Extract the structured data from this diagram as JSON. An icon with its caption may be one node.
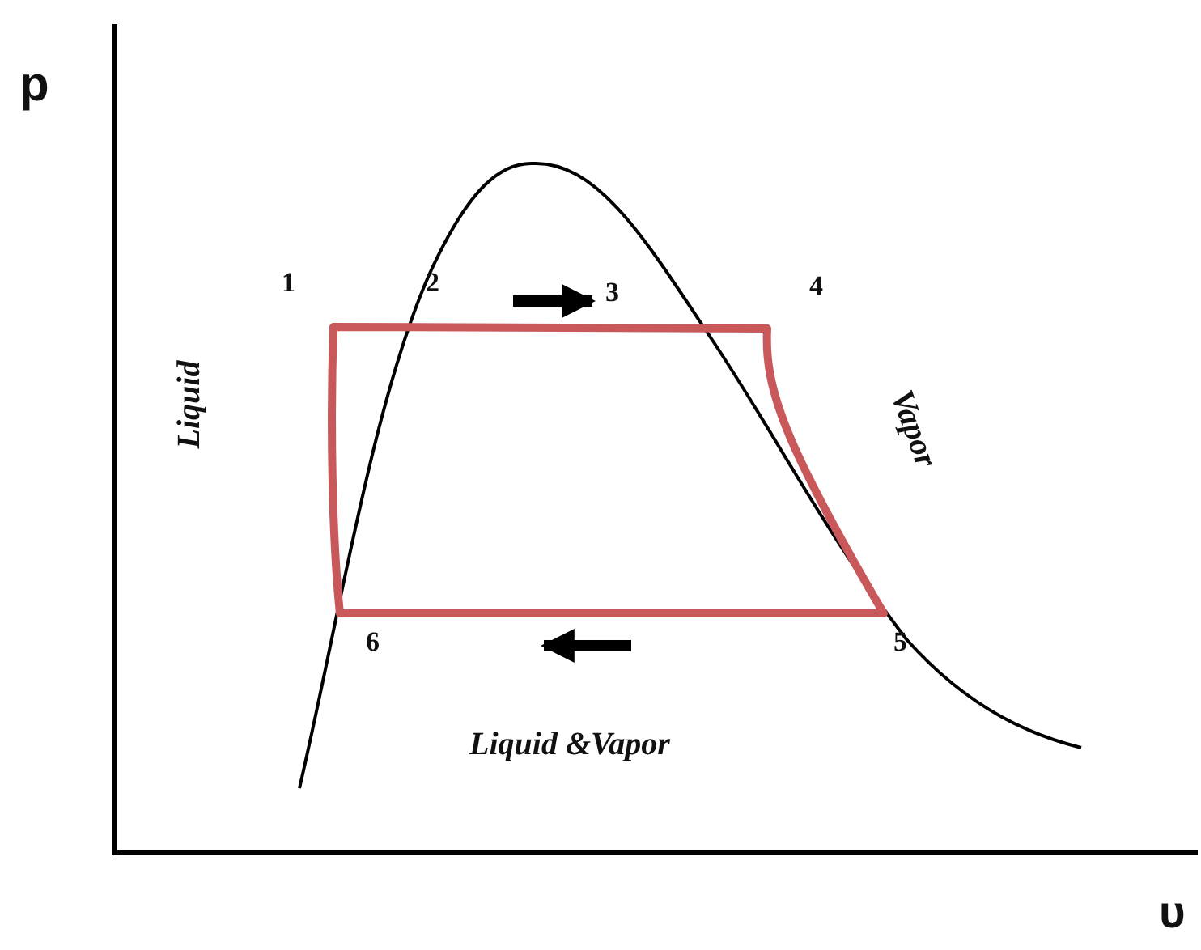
{
  "diagram": {
    "labels": [
      "p",
      "1",
      "2",
      "3",
      "4",
      "Liquid",
      "Vapor",
      "6",
      "5",
      "Liquid &Vapor",
      "υ"
    ]
  }
}
